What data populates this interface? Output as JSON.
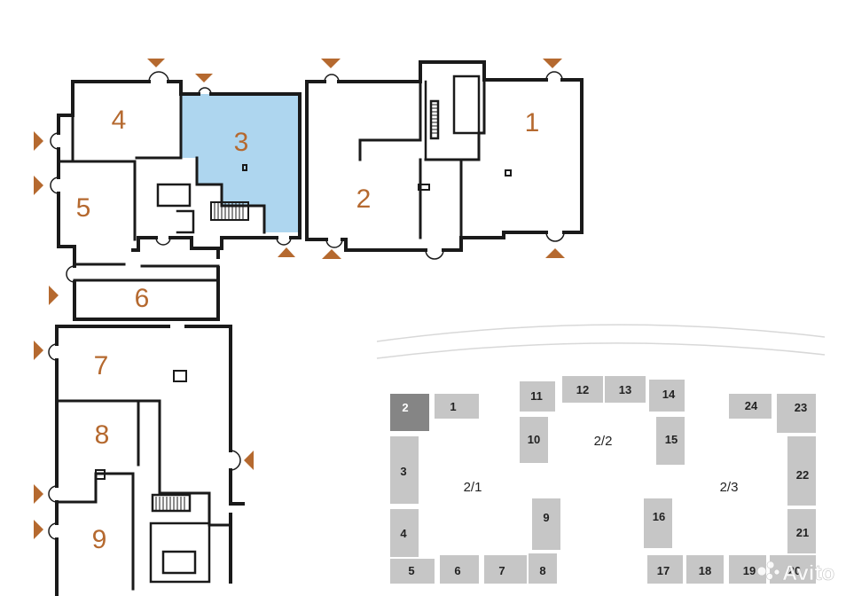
{
  "floor_plan": {
    "units": [
      {
        "id": "1",
        "label": "1",
        "selected": false
      },
      {
        "id": "2",
        "label": "2",
        "selected": false
      },
      {
        "id": "3",
        "label": "3",
        "selected": true
      },
      {
        "id": "4",
        "label": "4",
        "selected": false
      },
      {
        "id": "5",
        "label": "5",
        "selected": false
      },
      {
        "id": "6",
        "label": "6",
        "selected": false
      },
      {
        "id": "7",
        "label": "7",
        "selected": false
      },
      {
        "id": "8",
        "label": "8",
        "selected": false
      },
      {
        "id": "9",
        "label": "9",
        "selected": false
      }
    ],
    "colors": {
      "selected_fill": "#aed6ef",
      "wall": "#1a1a1a",
      "label": "#b5692f",
      "entrance_marker": "#b5692f"
    }
  },
  "site_plan": {
    "sections": [
      {
        "id": "2/1",
        "label": "2/1"
      },
      {
        "id": "2/2",
        "label": "2/2"
      },
      {
        "id": "2/3",
        "label": "2/3"
      }
    ],
    "buildings": [
      {
        "id": "1",
        "label": "1",
        "highlighted": false
      },
      {
        "id": "2",
        "label": "2",
        "highlighted": true
      },
      {
        "id": "3",
        "label": "3",
        "highlighted": false
      },
      {
        "id": "4",
        "label": "4",
        "highlighted": false
      },
      {
        "id": "5",
        "label": "5",
        "highlighted": false
      },
      {
        "id": "6",
        "label": "6",
        "highlighted": false
      },
      {
        "id": "7",
        "label": "7",
        "highlighted": false
      },
      {
        "id": "8",
        "label": "8",
        "highlighted": false
      },
      {
        "id": "9",
        "label": "9",
        "highlighted": false
      },
      {
        "id": "10",
        "label": "10",
        "highlighted": false
      },
      {
        "id": "11",
        "label": "11",
        "highlighted": false
      },
      {
        "id": "12",
        "label": "12",
        "highlighted": false
      },
      {
        "id": "13",
        "label": "13",
        "highlighted": false
      },
      {
        "id": "14",
        "label": "14",
        "highlighted": false
      },
      {
        "id": "15",
        "label": "15",
        "highlighted": false
      },
      {
        "id": "16",
        "label": "16",
        "highlighted": false
      },
      {
        "id": "17",
        "label": "17",
        "highlighted": false
      },
      {
        "id": "18",
        "label": "18",
        "highlighted": false
      },
      {
        "id": "19",
        "label": "19",
        "highlighted": false
      },
      {
        "id": "20",
        "label": "20",
        "highlighted": false
      },
      {
        "id": "21",
        "label": "21",
        "highlighted": false
      },
      {
        "id": "22",
        "label": "22",
        "highlighted": false
      },
      {
        "id": "23",
        "label": "23",
        "highlighted": false
      },
      {
        "id": "24",
        "label": "24",
        "highlighted": false
      }
    ],
    "colors": {
      "building": "#c6c6c6",
      "highlighted": "#858585"
    }
  },
  "watermark": {
    "text": "Avito"
  }
}
